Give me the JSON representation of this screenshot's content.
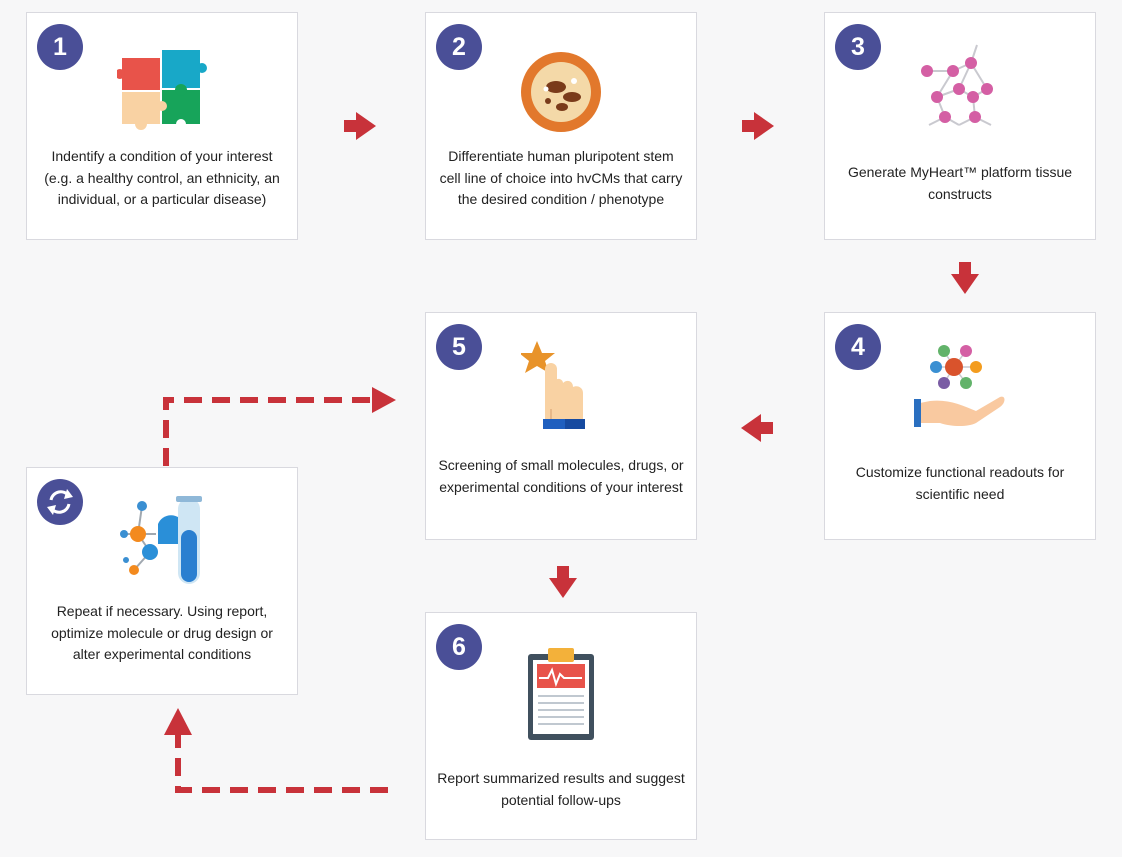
{
  "steps": [
    {
      "badge": "1",
      "text": "Indentify a condition of your interest (e.g. a healthy control, an ethnicity, an individual, or a particular disease)",
      "icon": "puzzle-icon"
    },
    {
      "badge": "2",
      "text": "Differentiate human pluripotent stem cell line of choice into hvCMs that carry the desired condition / phenotype",
      "icon": "cell-dish-icon"
    },
    {
      "badge": "3",
      "text": "Generate MyHeart™ platform tissue constructs",
      "icon": "molecular-lattice-icon"
    },
    {
      "badge": "4",
      "text": "Customize functional readouts for scientific need",
      "icon": "hand-molecule-icon"
    },
    {
      "badge": "5",
      "text": "Screening of small molecules, drugs, or experimental conditions of your interest",
      "icon": "star-pointer-icon"
    },
    {
      "badge": "6",
      "text": "Report summarized results and suggest potential follow-ups",
      "icon": "clipboard-report-icon"
    },
    {
      "badge": "",
      "text": "Repeat if necessary. Using report, optimize molecule or drug design or alter experimental conditions",
      "icon": "molecule-testtube-icon"
    }
  ],
  "colors": {
    "badge": "#4a4f97",
    "arrow": "#c8323a",
    "card_border": "#d9d9df",
    "background": "#f7f7f8"
  }
}
